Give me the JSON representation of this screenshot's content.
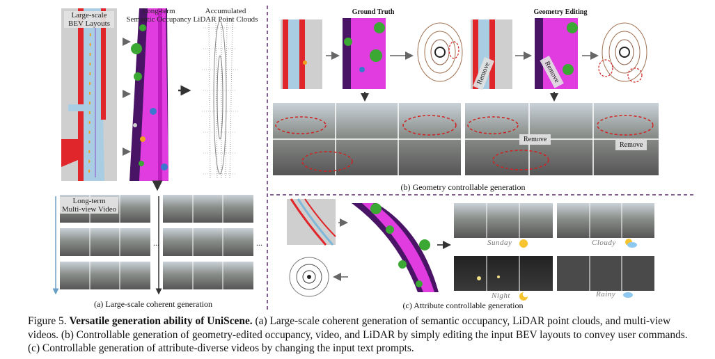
{
  "panel_a": {
    "bev_label": "Large-scale\nBEV Layouts",
    "occ_label": "Long-term\nSemantic Occupancy",
    "lidar_label": "Accumulated\nLiDAR Point Clouds",
    "video_label": "Long-term\nMulti-view Video",
    "ellipsis": "...",
    "sublabel": "(a) Large-scale coherent generation"
  },
  "panel_b": {
    "gt_title": "Ground Truth",
    "edit_title": "Geometry Editing",
    "remove": "Remove",
    "sublabel": "(b) Geometry controllable generation"
  },
  "panel_c": {
    "weather": [
      "Sunday",
      "Cloudy",
      "Night",
      "Rainy"
    ],
    "sublabel": "(c) Attribute controllable generation"
  },
  "caption": {
    "prefix": "Figure 5.",
    "bold": "Versatile generation ability of UniScene.",
    "text": "(a) Large-scale coherent generation of semantic occupancy, LiDAR point clouds, and multi-view videos. (b) Controllable generation of geometry-edited occupancy, video, and LiDAR by simply editing the input BEV layouts to convey user commands. (c) Controllable generation of attribute-diverse videos by changing the input text prompts."
  },
  "colors": {
    "road_red": "#e0262b",
    "lane_blue": "#7fb8d8",
    "purple": "#5a1a78",
    "magenta": "#e03ce0",
    "green": "#3aa832",
    "divider": "#5a2a6a"
  }
}
